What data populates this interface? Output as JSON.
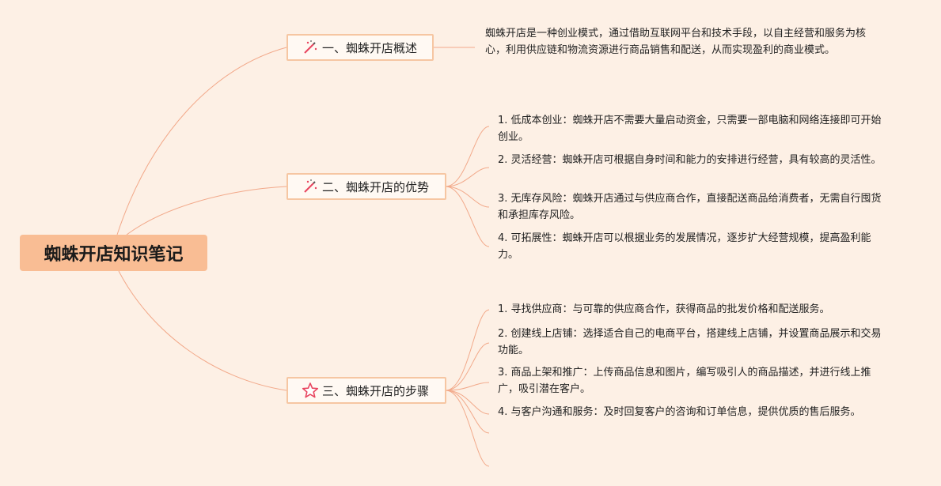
{
  "root": {
    "title": "蜘蛛开店知识笔记"
  },
  "branches": [
    {
      "label": "一、蜘蛛开店概述",
      "icon": "magic-wand-icon",
      "items": [
        "蜘蛛开店是一种创业模式，通过借助互联网平台和技术手段，以自主经营和服务为核心，利用供应链和物流资源进行商品销售和配送，从而实现盈利的商业模式。"
      ]
    },
    {
      "label": "二、蜘蛛开店的优势",
      "icon": "magic-wand-icon",
      "items": [
        "1. 低成本创业：蜘蛛开店不需要大量启动资金，只需要一部电脑和网络连接即可开始创业。",
        "2. 灵活经营：蜘蛛开店可根据自身时间和能力的安排进行经营，具有较高的灵活性。",
        "3. 无库存风险：蜘蛛开店通过与供应商合作，直接配送商品给消费者，无需自行囤货和承担库存风险。",
        "4. 可拓展性：蜘蛛开店可以根据业务的发展情况，逐步扩大经营规模，提高盈利能力。"
      ]
    },
    {
      "label": "三、蜘蛛开店的步骤",
      "icon": "star-icon",
      "items": [
        "1. 寻找供应商：与可靠的供应商合作，获得商品的批发价格和配送服务。",
        "2. 创建线上店铺：选择适合自己的电商平台，搭建线上店铺，并设置商品展示和交易功能。",
        "3. 商品上架和推广：上传商品信息和图片，编写吸引人的商品描述，并进行线上推广，吸引潜在客户。",
        "4. 与客户沟通和服务：及时回复客户的咨询和订单信息，提供优质的售后服务。"
      ]
    }
  ],
  "colors": {
    "background": "#fdf0e5",
    "root_fill": "#f9bd94",
    "branch_border": "#f6c6a2",
    "line": "#f2a98a",
    "icon_accent": "#e8455f"
  }
}
